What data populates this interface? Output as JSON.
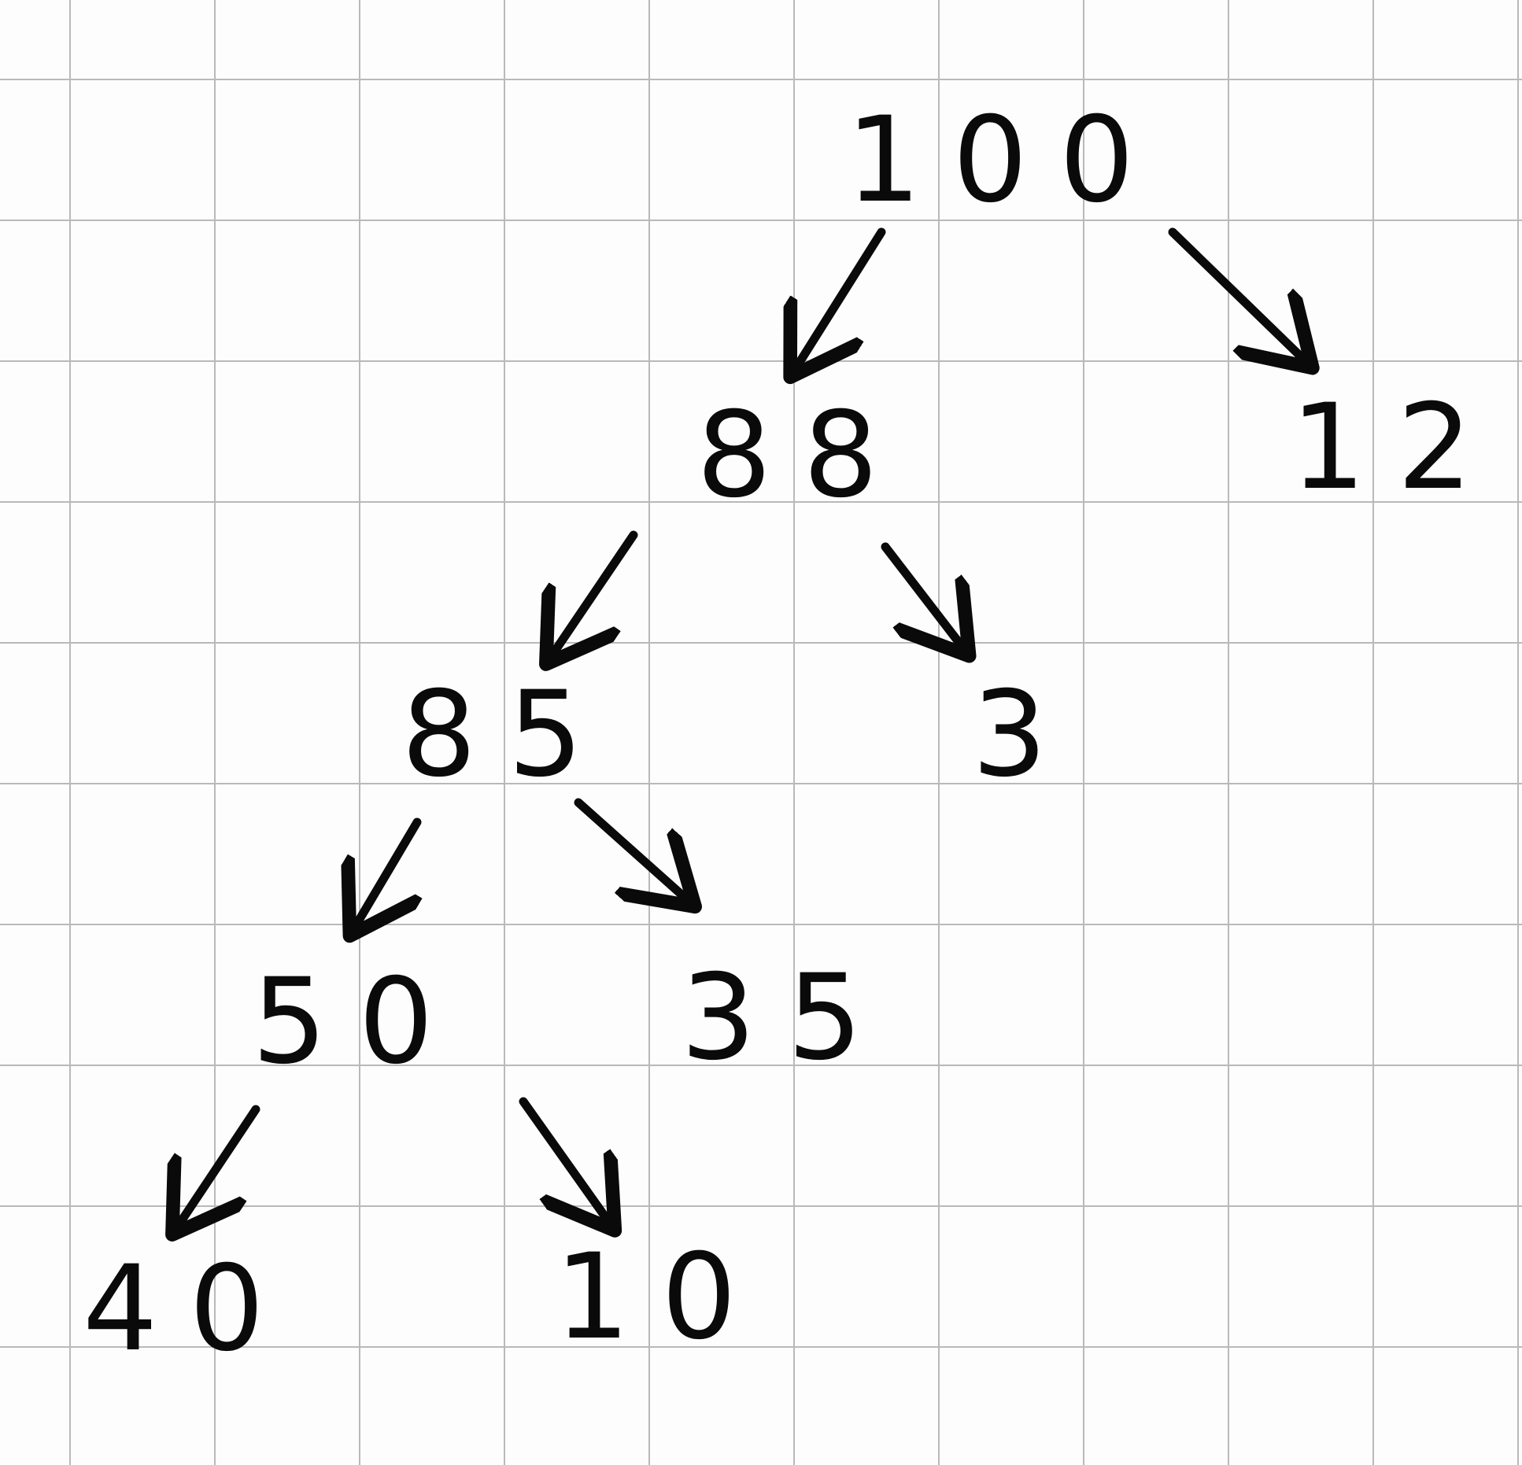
{
  "diagram": {
    "nodes": [
      {
        "id": "n100",
        "label": "100"
      },
      {
        "id": "n88",
        "label": "88"
      },
      {
        "id": "n12",
        "label": "12"
      },
      {
        "id": "n85",
        "label": "85"
      },
      {
        "id": "n3",
        "label": "3"
      },
      {
        "id": "n50",
        "label": "50"
      },
      {
        "id": "n35",
        "label": "35"
      },
      {
        "id": "n40",
        "label": "40"
      },
      {
        "id": "n10",
        "label": "10"
      }
    ],
    "edges": [
      {
        "from": "n100",
        "to": "n88"
      },
      {
        "from": "n100",
        "to": "n12"
      },
      {
        "from": "n88",
        "to": "n85"
      },
      {
        "from": "n88",
        "to": "n3"
      },
      {
        "from": "n85",
        "to": "n50"
      },
      {
        "from": "n85",
        "to": "n35"
      },
      {
        "from": "n50",
        "to": "n40"
      },
      {
        "from": "n50",
        "to": "n10"
      }
    ],
    "ink_color": "#0a0a0a",
    "grid_color": "#b9b9b9",
    "paper_color": "#fdfdfd"
  }
}
